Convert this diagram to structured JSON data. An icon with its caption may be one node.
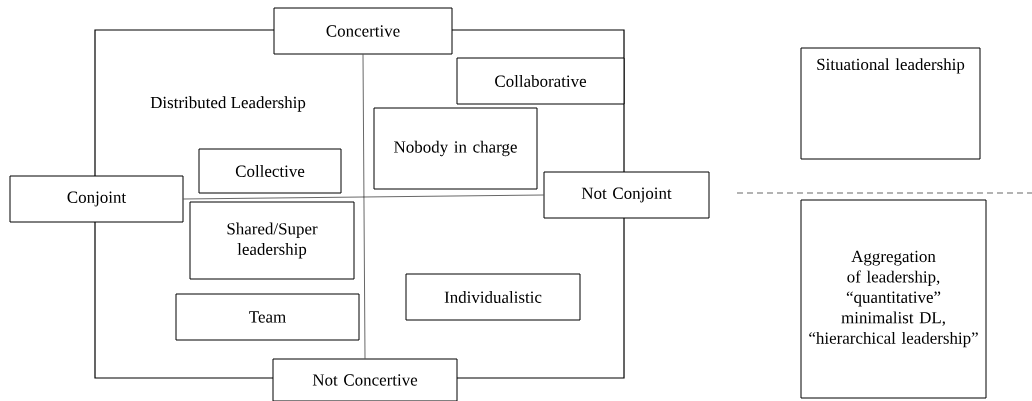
{
  "diagram": {
    "nodes": [
      {
        "text": [
          "Distributed Leadership"
        ]
      },
      {
        "text": [
          "Concertive"
        ]
      },
      {
        "text": [
          "Collaborative"
        ],
        "in": 0
      },
      {
        "text": [
          "Nobody in charge"
        ],
        "in": 0
      },
      {
        "text": [
          "Collective"
        ],
        "in": 0
      },
      {
        "text": [
          "Conjoint"
        ]
      },
      {
        "text": [
          "Not Conjoint"
        ]
      },
      {
        "text": [
          "Shared/Super leadership"
        ],
        "in": 0
      },
      {
        "text": [
          "Individualistic"
        ],
        "in": 0
      },
      {
        "text": [
          "Team"
        ],
        "in": 0
      },
      {
        "text": [
          "Not Concertive"
        ]
      },
      {
        "text": [
          "Situational leadership"
        ]
      },
      {
        "text": [
          "Aggregation of leadership, “quantitative” minimalist DL, “hierarchical leadership”"
        ]
      }
    ],
    "edges": [
      {
        "from": 1,
        "to": 10,
        "arrow": "none"
      },
      {
        "from": 5,
        "to": 6,
        "arrow": "none"
      }
    ]
  }
}
